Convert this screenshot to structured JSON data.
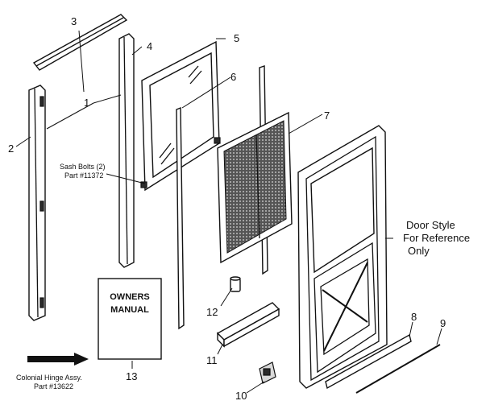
{
  "labels": {
    "p1": "1",
    "p2": "2",
    "p3": "3",
    "p4": "4",
    "p5": "5",
    "p6": "6",
    "p7": "7",
    "p8": "8",
    "p9": "9",
    "p10": "10",
    "p11": "11",
    "p12": "12",
    "p13": "13"
  },
  "sash_bolts": {
    "line1": "Sash Bolts (2)",
    "line2": "Part #11372"
  },
  "hinge": {
    "line1": "Colonial Hinge Assy.",
    "line2": "Part #13622"
  },
  "manual": {
    "line1": "OWNERS",
    "line2": "MANUAL"
  },
  "door_note": {
    "line1": "Door Style",
    "line2": "For Reference",
    "line3": "Only"
  }
}
